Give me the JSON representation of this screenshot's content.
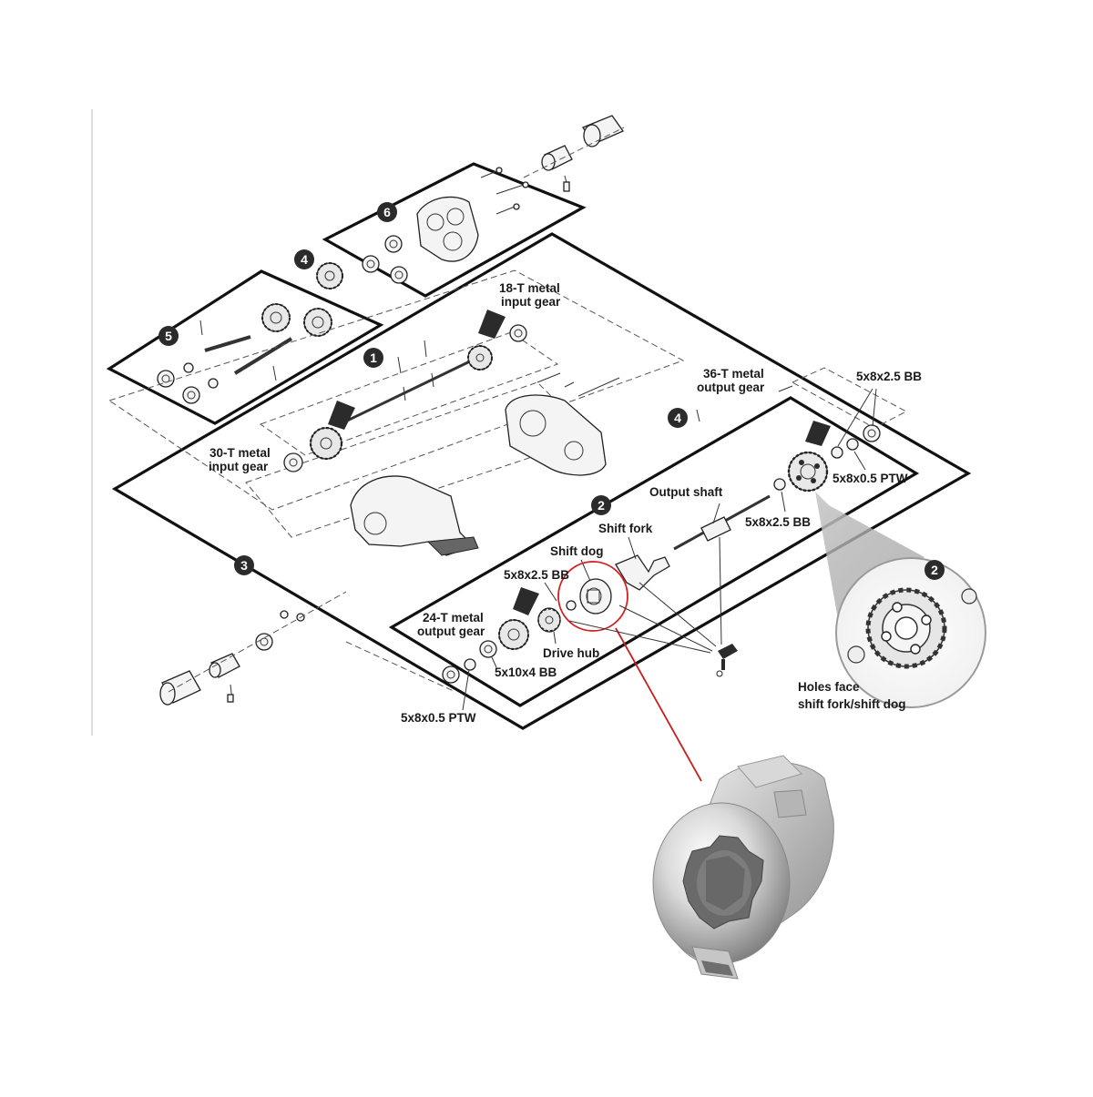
{
  "step_numbers": {
    "s1": "1",
    "s2a": "2",
    "s2b": "2",
    "s3": "3",
    "s4a": "4",
    "s4b": "4",
    "s5": "5",
    "s6": "6"
  },
  "labels": {
    "gear_18t_line1": "18-T metal",
    "gear_18t_line2": "input gear",
    "gear_30t_line1": "30-T metal",
    "gear_30t_line2": "input gear",
    "gear_36t_line1": "36-T metal",
    "gear_36t_line2": "output gear",
    "gear_24t_line1": "24-T metal",
    "gear_24t_line2": "output gear",
    "bb_top_right": "5x8x2.5 BB",
    "ptw_right": "5x8x0.5 PTW",
    "bb_mid_right": "5x8x2.5 BB",
    "output_shaft": "Output shaft",
    "shift_fork": "Shift fork",
    "shift_dog": "Shift dog",
    "bb_shift": "5x8x2.5 BB",
    "drive_hub": "Drive hub",
    "bb_5x10x4": "5x10x4 BB",
    "ptw_bottom": "5x8x0.5 PTW",
    "holes_face_line1": "Holes face",
    "holes_face_line2": "shift fork/shift dog"
  },
  "colors": {
    "frame": "#111111",
    "callout_circle": "#d42020",
    "callout_line": "#c81e1e",
    "metal_light": "#e9e9e9",
    "metal_dark": "#7d7d7d"
  }
}
